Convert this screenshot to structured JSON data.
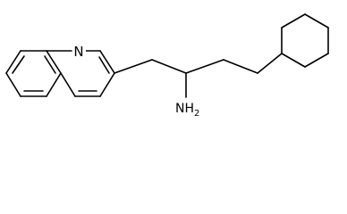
{
  "molecule": {
    "atoms": [
      {
        "text": "N"
      },
      {
        "text": "NH",
        "subscript": "2"
      }
    ]
  }
}
